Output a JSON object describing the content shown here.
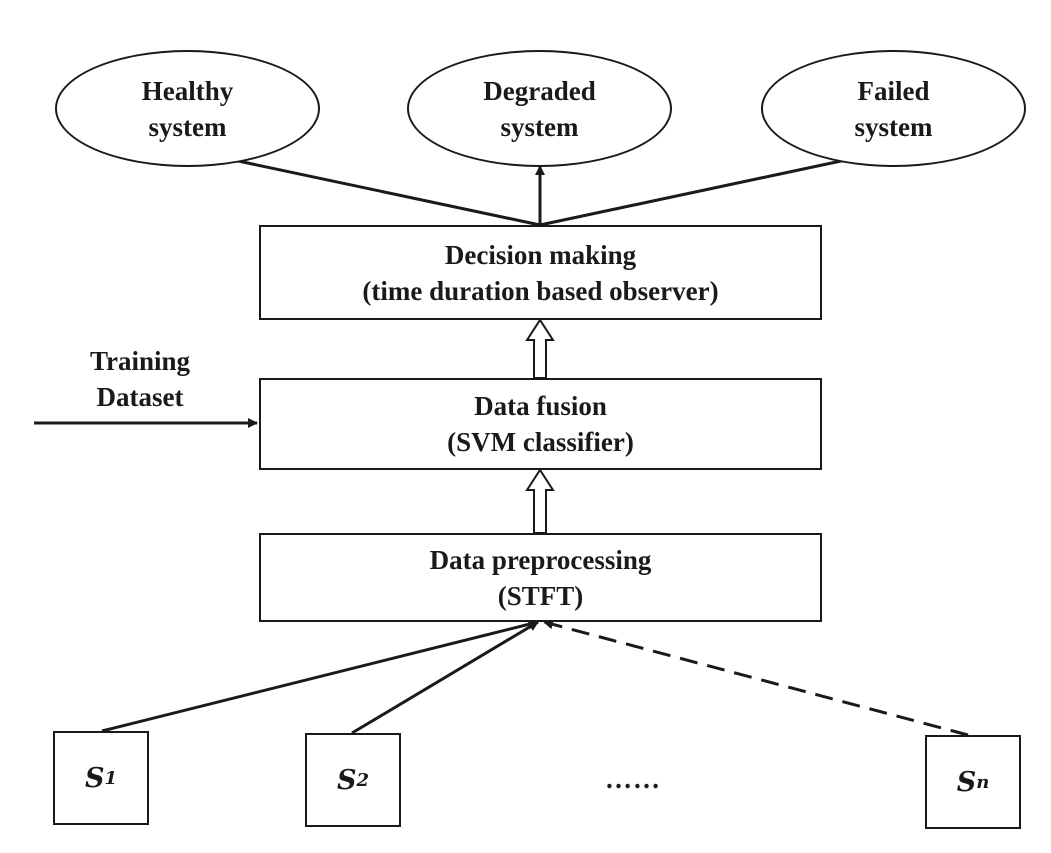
{
  "outputs": {
    "healthy": "Healthy\nsystem",
    "degraded": "Degraded\nsystem",
    "failed": "Failed\nsystem"
  },
  "decision": {
    "title": "Decision making",
    "subtitle": "(time duration based observer)"
  },
  "fusion": {
    "title": "Data fusion",
    "subtitle": "(SVM classifier)"
  },
  "preprocessing": {
    "title": "Data preprocessing",
    "subtitle": "(STFT)"
  },
  "training": "Training\nDataset",
  "sensors": [
    {
      "symbol": "S",
      "sub": "1"
    },
    {
      "symbol": "S",
      "sub": "2"
    },
    {
      "symbol": "S",
      "sub": "n"
    }
  ],
  "ellipsis": "……"
}
